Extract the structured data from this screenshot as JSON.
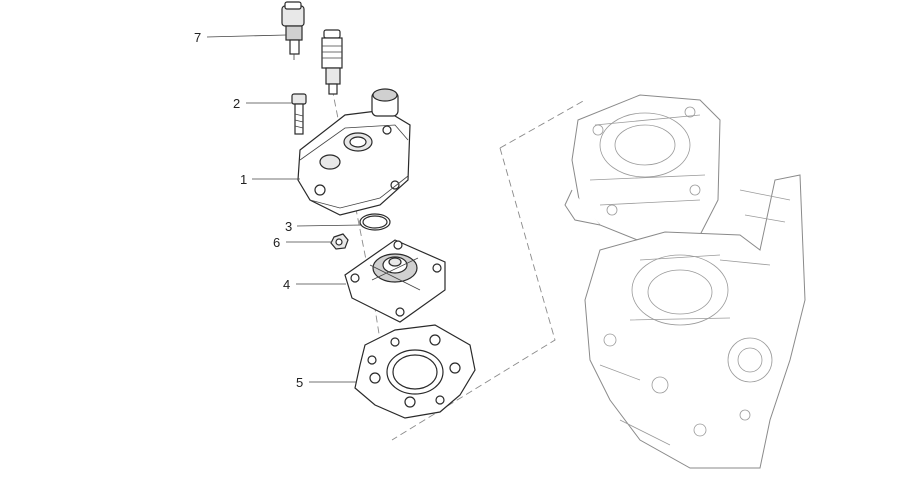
{
  "callouts": [
    {
      "id": "7",
      "label": "7"
    },
    {
      "id": "2",
      "label": "2"
    },
    {
      "id": "1",
      "label": "1"
    },
    {
      "id": "3",
      "label": "3"
    },
    {
      "id": "6",
      "label": "6"
    },
    {
      "id": "4",
      "label": "4"
    },
    {
      "id": "5",
      "label": "5"
    }
  ]
}
